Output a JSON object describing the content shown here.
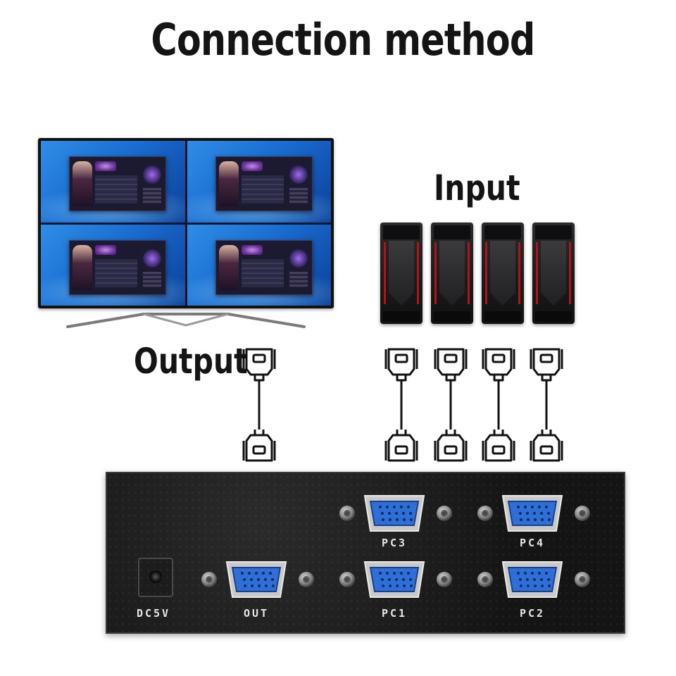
{
  "title": "Connection method",
  "labels": {
    "input": "Input",
    "output": "Output"
  },
  "switch": {
    "dc_label": "DC5V",
    "ports": {
      "out": "OUT",
      "pc1": "PC1",
      "pc2": "PC2",
      "pc3": "PC3",
      "pc4": "PC4"
    }
  },
  "colors": {
    "port_blue": "#2d6fd6",
    "screen_blue": "#1a6cd0",
    "pc_red": "#b0141b",
    "box_black": "#141414"
  }
}
